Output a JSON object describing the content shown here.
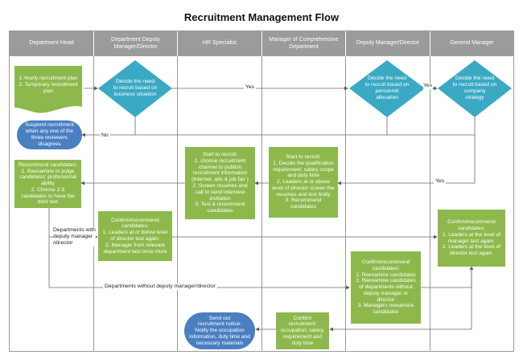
{
  "title": "Recruitment Management Flow",
  "lanes": [
    "Department Head",
    "Department Deputy\nManager/Director",
    "HR Specialist",
    "Manager of\nComprehensive Department",
    "Deputy Manager/Director",
    "General Manager"
  ],
  "nodes": {
    "plan": "1.Yearly recruitment plan\n2. Temporary recruitment\nplan",
    "decide_business": "Decide the need\nto recruit based on\nbusiness situation",
    "decide_personnel": "Decide the need\nto recruit based on\npersonnel\nallocation",
    "decide_strategy": "Decide the need\nto recruit based on\ncompany\nstrategy",
    "suspend": "Suspend recruitment\nwhen any one of the\nthree reviewers\ndisagrees",
    "start_hr": "Start to recruit:\n1. choose recruitment\nchannel to publish\nrecruitment information\n(Internet, ads & job fair )\n2. Screen resumes and\ncall to send interview\ninvitation\n3. Test & recommend\ncandidates",
    "start_mcd": "Start to recruit:\n1. Decide the qualification\nrequirement, salary scope\nand duty time\n2. Leaders at or above\nlevel of director screen the\nresumes and test finitly\n3. Recommend\ncandidates",
    "recommend_head": "Recommend candidates:\n1. Reexamine to judge\ncandidates' professional\nability\n2. Choose 2-3\ncandidates to have the\nthird test",
    "confirm_deputy": "Confirm/recommend\ncandidates:\n1. Leaders at or below level\nof director test again.\n2. Manager from relevant\ndepartment test once more",
    "confirm_gm": "Confirm/recommend\ncandidates:\n1. Leaders at the level of\nmanager test again.\n2. Leaders at the level of\ndirector test again.",
    "confirm_dmd": "Confirm/recommend\ncandidates:\n1. Reexamine candidates\n2. Reexamine candidates\nof departments without\ndeputy manager or\ndirector\n3. Managers reexamine\ncandidates",
    "confirm_mcd": "Confirm\nrecruitment:\noccupation, salary,\nrequirement and\nduty time",
    "send_notice": "Send out\nrecruitment notice:\nNotify the occupation\ninformation, duty time and\nnecessary materials"
  },
  "labels": {
    "yes1": "Yes",
    "yes2": "Yes",
    "yes3": "Yes",
    "no": "No",
    "with_deputy": "Departments with\ndeputy manager\n/director",
    "without_deputy": "Departments without deputy manager/director"
  },
  "colors": {
    "green": "#8db94c",
    "teal": "#3aa9c4",
    "blue": "#4a7fc1",
    "lane_header": "#9b9b9b",
    "arrow": "#5a5a5a"
  }
}
